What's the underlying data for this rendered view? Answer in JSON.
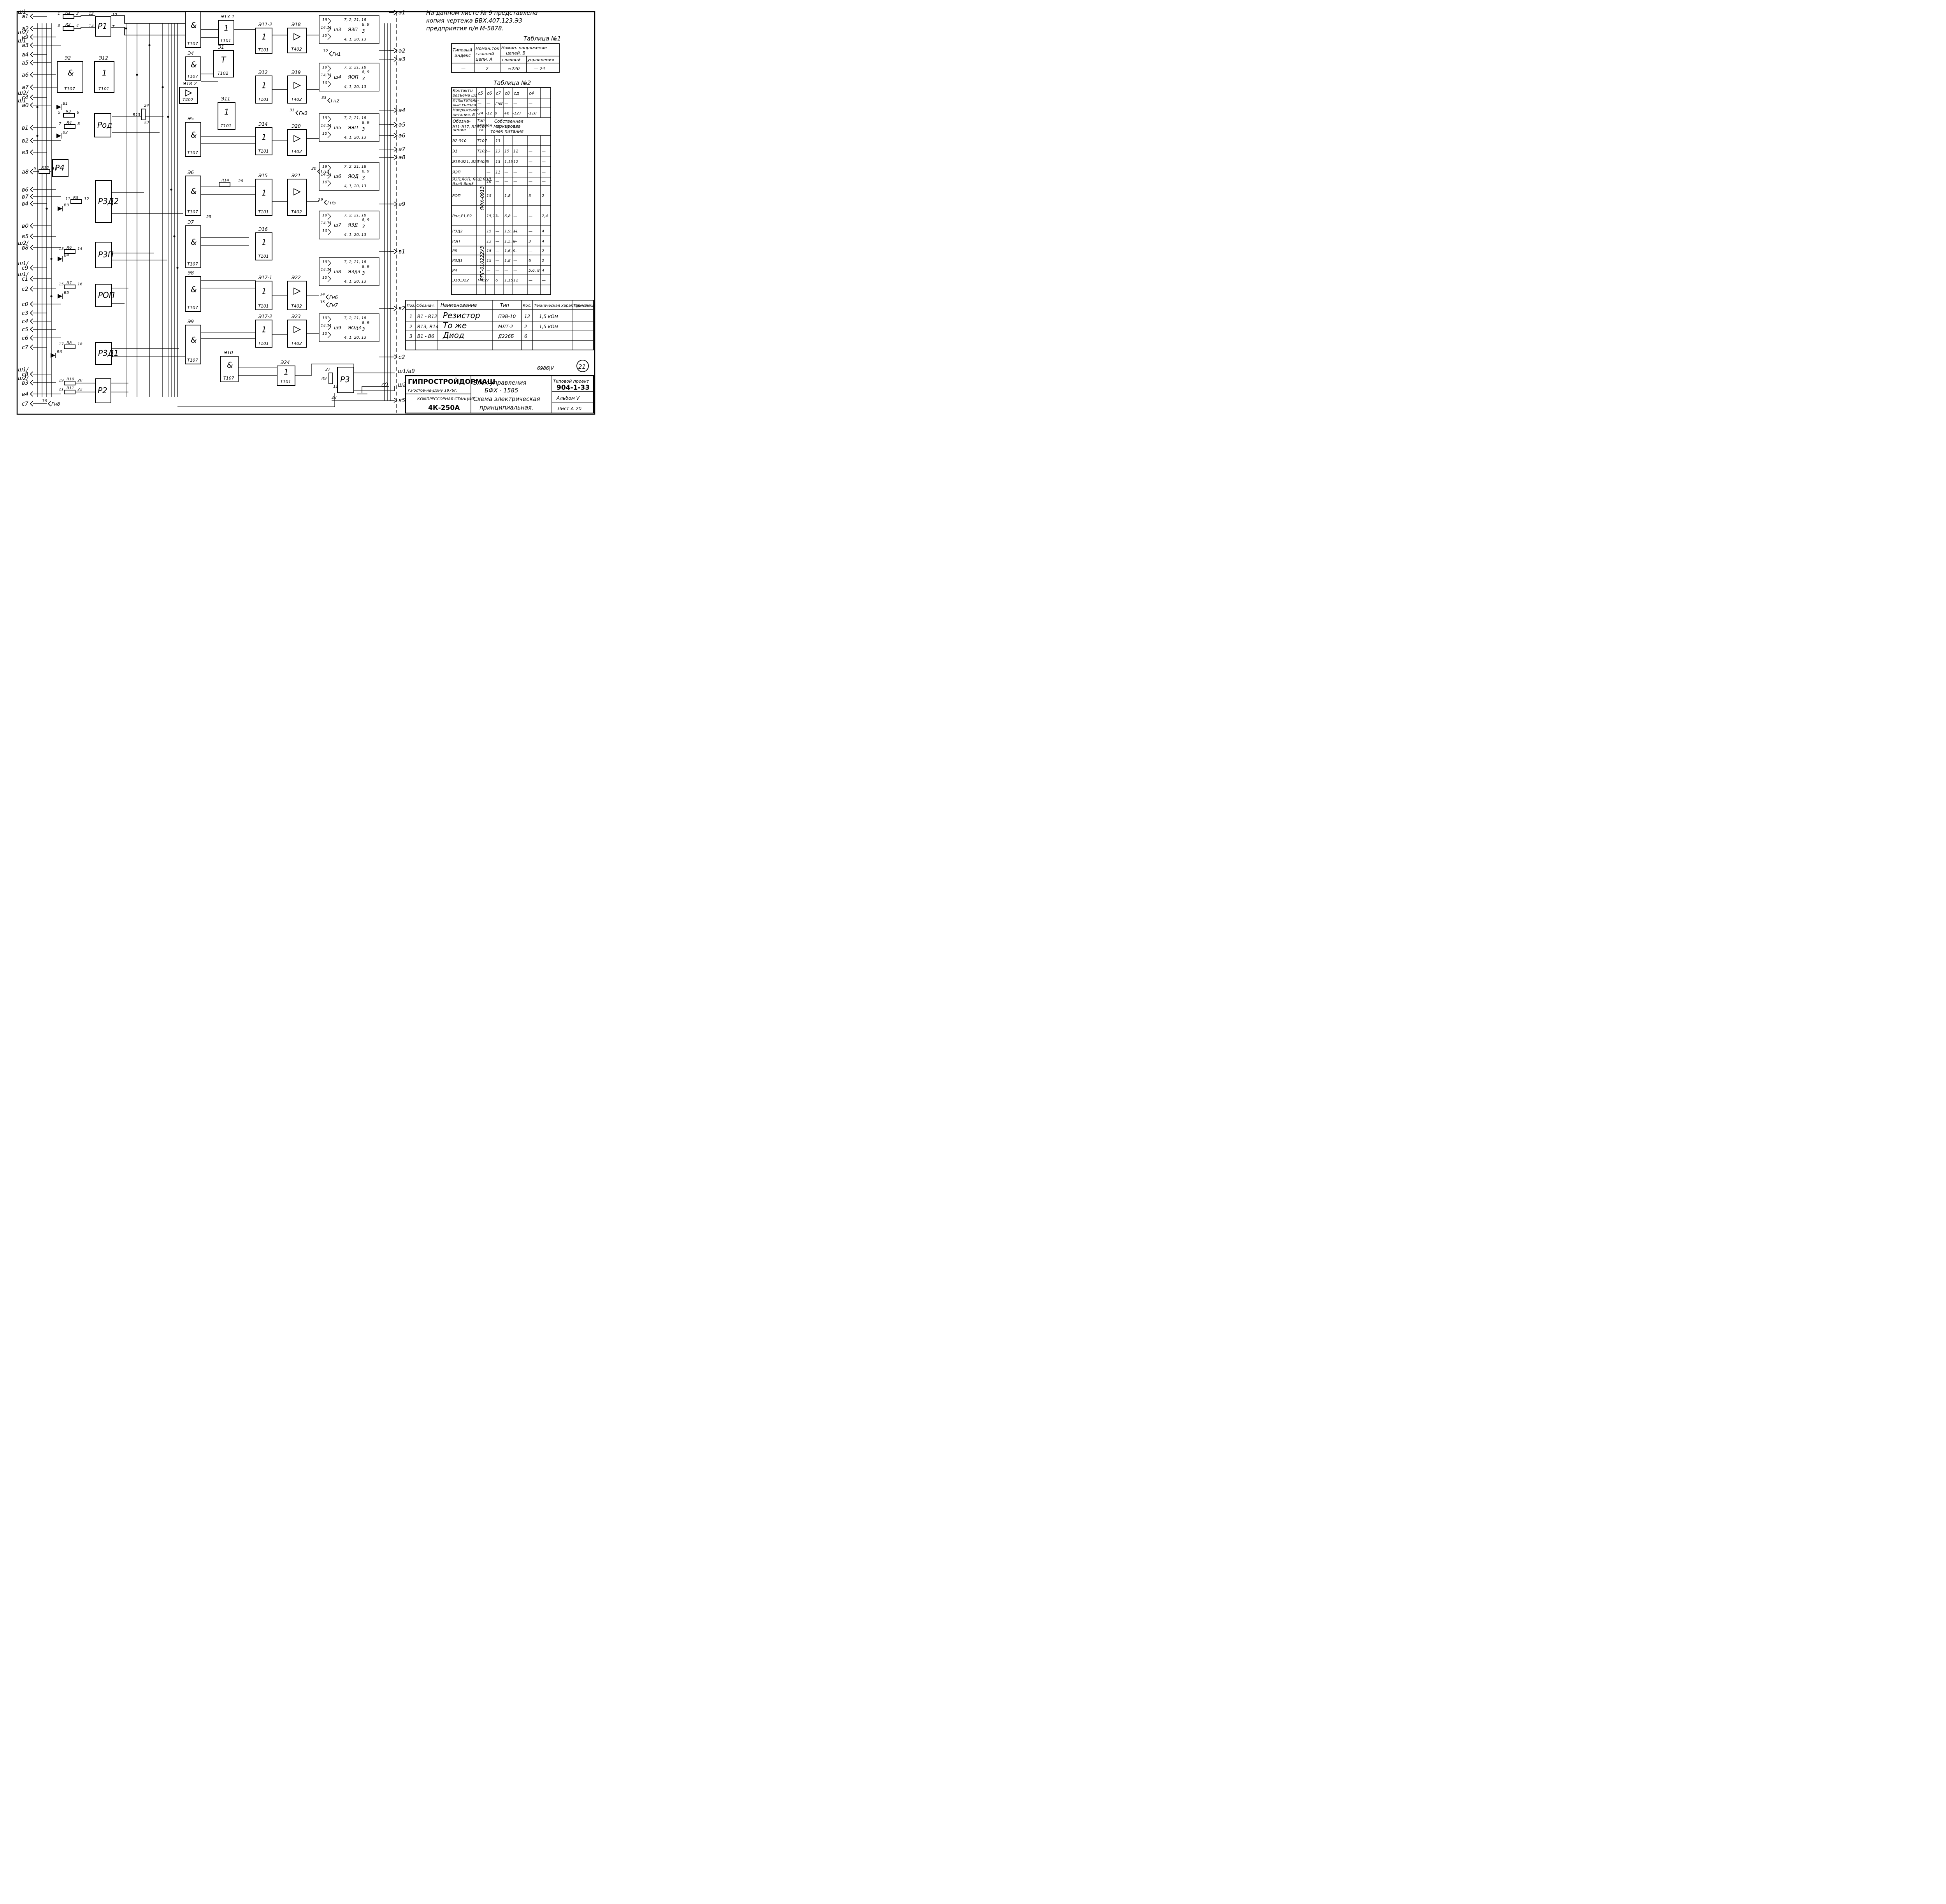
{
  "header": {
    "note_line1": "На данном листе № 9 представлена",
    "note_line2": "копия чертежа БВХ.407.123.Э3",
    "note_line3": "предприятия п/я М-5878."
  },
  "left_terminals": [
    {
      "id": "a1",
      "label": "a1",
      "prefix": "ш1"
    },
    {
      "id": "a2",
      "label": "a2",
      "prefix": ""
    },
    {
      "id": "b9",
      "label": "в9",
      "prefix": "ш2/"
    },
    {
      "id": "a3",
      "label": "a3",
      "prefix": "ш1"
    },
    {
      "id": "a4",
      "label": "a4",
      "prefix": ""
    },
    {
      "id": "a5",
      "label": "a5",
      "prefix": ""
    },
    {
      "id": "a6",
      "label": "a6",
      "prefix": ""
    },
    {
      "id": "a7",
      "label": "a7",
      "prefix": ""
    },
    {
      "id": "c4",
      "label": "c4",
      "prefix": "ш2/"
    },
    {
      "id": "a0",
      "label": "a0",
      "prefix": "ш1"
    },
    {
      "id": "b1",
      "label": "в1",
      "prefix": ""
    },
    {
      "id": "b2",
      "label": "в2",
      "prefix": ""
    },
    {
      "id": "b3",
      "label": "в3",
      "prefix": ""
    },
    {
      "id": "a8",
      "label": "a8",
      "prefix": ""
    },
    {
      "id": "b6",
      "label": "в6",
      "prefix": ""
    },
    {
      "id": "b7",
      "label": "в7",
      "prefix": ""
    },
    {
      "id": "b4",
      "label": "в4",
      "prefix": ""
    },
    {
      "id": "b0",
      "label": "в0",
      "prefix": ""
    },
    {
      "id": "b5",
      "label": "в5",
      "prefix": ""
    },
    {
      "id": "b8",
      "label": "в8",
      "prefix": "ш2/"
    },
    {
      "id": "c9",
      "label": "c9",
      "prefix": "ш1/"
    },
    {
      "id": "c1",
      "label": "c1",
      "prefix": "ш1/"
    },
    {
      "id": "c2",
      "label": "c2",
      "prefix": ""
    },
    {
      "id": "c0",
      "label": "c0",
      "prefix": ""
    },
    {
      "id": "c3",
      "label": "c3",
      "prefix": ""
    },
    {
      "id": "c4b",
      "label": "c4",
      "prefix": ""
    },
    {
      "id": "c5",
      "label": "c5",
      "prefix": ""
    },
    {
      "id": "c6",
      "label": "c6",
      "prefix": ""
    },
    {
      "id": "c7",
      "label": "c7",
      "prefix": ""
    },
    {
      "id": "c8",
      "label": "c8",
      "prefix": "ш1/"
    },
    {
      "id": "b3b",
      "label": "в3",
      "prefix": "ш2/"
    },
    {
      "id": "b4b",
      "label": "в4",
      "prefix": ""
    },
    {
      "id": "c7b",
      "label": "c7",
      "prefix": ""
    }
  ],
  "right_terminals": [
    "a1",
    "a2",
    "a3",
    "a4",
    "a5",
    "a6",
    "a7",
    "a8",
    "a9",
    "в1",
    "в2",
    "c2",
    "в5"
  ],
  "bottom_terminals": {
    "a9": "ш1/a9",
    "c0": "c0",
    "sh": "ш2",
    "b5": "в5"
  },
  "blocks": {
    "p1": {
      "name": "P1"
    },
    "p2": {
      "name": "P2"
    },
    "p3": {
      "name": "P3"
    },
    "p4": {
      "name": "P4"
    },
    "pod": {
      "name": "Pод"
    },
    "rzd2": {
      "name": "P3Д2"
    },
    "rzp": {
      "name": "P3П"
    },
    "rop": {
      "name": "POП"
    },
    "rzd1": {
      "name": "P3Д1"
    }
  },
  "gates": [
    {
      "id": "e1",
      "name": "Э1",
      "sym": "T",
      "type": "T102"
    },
    {
      "id": "e2",
      "name": "Э2",
      "sym": "&",
      "type": "T107"
    },
    {
      "id": "e4",
      "name": "Э4",
      "sym": "&",
      "type": "T107"
    },
    {
      "id": "e5",
      "name": "Э5",
      "sym": "&",
      "type": "T107"
    },
    {
      "id": "e6",
      "name": "Э6",
      "sym": "&",
      "type": "T107"
    },
    {
      "id": "e7",
      "name": "Э7",
      "sym": "&",
      "type": "T107"
    },
    {
      "id": "e8",
      "name": "Э8",
      "sym": "&",
      "type": "T107"
    },
    {
      "id": "e9",
      "name": "Э9",
      "sym": "&",
      "type": "T107"
    },
    {
      "id": "e10",
      "name": "Э10",
      "sym": "&",
      "type": "T107"
    },
    {
      "id": "e3",
      "name": "",
      "sym": "&",
      "type": "T107"
    },
    {
      "id": "e11",
      "name": "Э11",
      "sym": "1",
      "type": "T101"
    },
    {
      "id": "e12",
      "name": "Э12",
      "sym": "1",
      "type": "T101"
    },
    {
      "id": "e13",
      "name": "Э13-1",
      "sym": "1",
      "type": "T101"
    },
    {
      "id": "e112",
      "name": "Э11-2",
      "sym": "1",
      "type": "T101"
    },
    {
      "id": "e132",
      "name": "Э12",
      "sym": "1",
      "type": "T101"
    },
    {
      "id": "e14",
      "name": "Э14",
      "sym": "1",
      "type": "T101"
    },
    {
      "id": "e15",
      "name": "Э15",
      "sym": "1",
      "type": "T101"
    },
    {
      "id": "e16",
      "name": "Э16",
      "sym": "1",
      "type": "T101"
    },
    {
      "id": "e171",
      "name": "Э17-1",
      "sym": "1",
      "type": "T101"
    },
    {
      "id": "e172",
      "name": "Э17-2",
      "sym": "1",
      "type": "T101"
    },
    {
      "id": "e24",
      "name": "Э24",
      "sym": "1",
      "type": "T101"
    },
    {
      "id": "e182",
      "name": "Э18-2",
      "sym": "▷",
      "type": "T402"
    },
    {
      "id": "e18",
      "name": "Э18",
      "sym": "▷",
      "type": "T402"
    },
    {
      "id": "e19",
      "name": "Э19",
      "sym": "▷",
      "type": "T402"
    },
    {
      "id": "e20",
      "name": "Э20",
      "sym": "▷",
      "type": "T402"
    },
    {
      "id": "e21",
      "name": "Э21",
      "sym": "▷",
      "type": "T402"
    },
    {
      "id": "e22",
      "name": "Э22",
      "sym": "▷",
      "type": "T402"
    },
    {
      "id": "e23",
      "name": "Э23",
      "sym": "▷",
      "type": "T402"
    }
  ],
  "connectors": [
    {
      "id": "sh3",
      "name": "ш3",
      "type": "ЯЗП"
    },
    {
      "id": "sh4",
      "name": "ш4",
      "type": "ЯОП"
    },
    {
      "id": "sh5",
      "name": "ш5",
      "type": "ЯЭП"
    },
    {
      "id": "sh6",
      "name": "ш6",
      "type": "ЯОД"
    },
    {
      "id": "sh7",
      "name": "ш7",
      "type": "ЯЗД"
    },
    {
      "id": "sh8",
      "name": "ш8",
      "type": "ЯЗд3"
    },
    {
      "id": "sh9",
      "name": "ш9",
      "type": "ЯОд3"
    }
  ],
  "sockets": [
    "Гн1",
    "Гн2",
    "Гн3",
    "Гн4",
    "Гн5",
    "Гн6",
    "Гн7",
    "Гн8"
  ],
  "resistors": [
    "R1",
    "R2",
    "R3",
    "R4",
    "R5",
    "R6",
    "R7",
    "R8",
    "R9",
    "R10",
    "R11",
    "R12",
    "R13",
    "R14"
  ],
  "diodes": [
    "B1",
    "B2",
    "B3",
    "B4",
    "B5",
    "B6"
  ],
  "table1": {
    "title": "Таблица №1",
    "headers": [
      "Типовый индекс",
      "Номин. ток главной цепи, А",
      "Номин. напряжение цепей, В"
    ],
    "subheaders": [
      "главной",
      "управления"
    ],
    "row": [
      "—",
      "2",
      "≈220",
      "— 24"
    ]
  },
  "table2": {
    "title": "Таблица №2",
    "col_headers": [
      "Контакты разъема ш2",
      "c5",
      "c6",
      "c7",
      "c8",
      "cд",
      "c4"
    ],
    "rows": [
      [
        "Испытательные гнезда",
        "—",
        "—",
        "Гн8",
        "—",
        "—",
        "—"
      ],
      [
        "Напряжение питания, В",
        "-24",
        "-12",
        "0",
        "+6",
        "-127",
        "-110"
      ]
    ],
    "sub_header": [
      "Обозначение",
      "Тип элемента",
      "Собственная маркировка точек питания"
    ],
    "element_rows": [
      [
        "Э11-Э17, Э24",
        "T101",
        "—",
        "13",
        "15",
        "12",
        "—",
        "—"
      ],
      [
        "Э2-Э10",
        "T107",
        "—",
        "13",
        "—",
        "—",
        "—",
        "—"
      ],
      [
        "Э1",
        "T102",
        "—",
        "13",
        "15",
        "12",
        "—",
        "—"
      ],
      [
        "Э18-Э21, Э23",
        "T402",
        "6",
        "13",
        "1,15",
        "12",
        "—",
        "—"
      ],
      [
        "ЯЭП",
        "",
        "—",
        "11",
        "—",
        "—",
        "—",
        "—"
      ],
      [
        "ЯЗП,ЯОП, ЯОД,ЯЗД, Язд3 Яод3",
        "ЯФХ-0913",
        "16",
        "—",
        "—",
        "—",
        "—",
        "—"
      ],
      [
        "POП",
        "",
        "15",
        "—",
        "1,8",
        "—",
        "3",
        "2"
      ],
      [
        "Pод,P1,P2",
        "",
        "15,13",
        "—",
        "6,8",
        "—",
        "—",
        "2,4"
      ],
      [
        "P3Д2",
        "",
        "15",
        "—",
        "1,9, 11",
        "—",
        "—",
        "4"
      ],
      [
        "P3П",
        "",
        "13",
        "—",
        "1,5, 8",
        "—",
        "3",
        "4"
      ],
      [
        "P3",
        "",
        "15",
        "—",
        "1,6, 9",
        "—",
        "—",
        "2"
      ],
      [
        "P3Д1",
        "РПГ-010222У3",
        "15",
        "—",
        "1,8",
        "—",
        "6",
        "2"
      ],
      [
        "P4",
        "",
        "—",
        "—",
        "—",
        "—",
        "5,6, 8",
        "4"
      ],
      [
        "Э18,Э22",
        "T402",
        "7",
        "6",
        "1,15",
        "12",
        "—",
        "—"
      ]
    ]
  },
  "parts": {
    "headers": [
      "Поз.",
      "Обознач.",
      "Наименование",
      "Тип",
      "Кол.",
      "Техническая характеристика",
      "Примеч."
    ],
    "rows": [
      [
        "1",
        "R1 - R12",
        "Резистор",
        "ПЭВ-10",
        "12",
        "1,5 кОм",
        ""
      ],
      [
        "2",
        "R13, R14",
        "То же",
        "МЛТ-2",
        "2",
        "1,5 кОм",
        ""
      ],
      [
        "3",
        "B1 - B6",
        "Диод",
        "Д226Б",
        "6",
        "",
        ""
      ]
    ]
  },
  "stamp": {
    "org": "ГИПРОСТРОЙДОРМАШ",
    "city": "г.Ростов-на-Дону 1976г.",
    "object": "КОМПРЕССОРНАЯ СТАНЦИЯ",
    "model": "4К-250А",
    "title1": "Блок управления",
    "title2": "БФХ - 1585",
    "title3": "Схема электрическая",
    "title4": "принципиальная.",
    "project_label": "Типовой проект",
    "project": "904-1-33",
    "album": "Альбом Ⅴ",
    "sheet": "Лист А-20",
    "inv": "6986|Ⅴ",
    "page_no": "21"
  }
}
